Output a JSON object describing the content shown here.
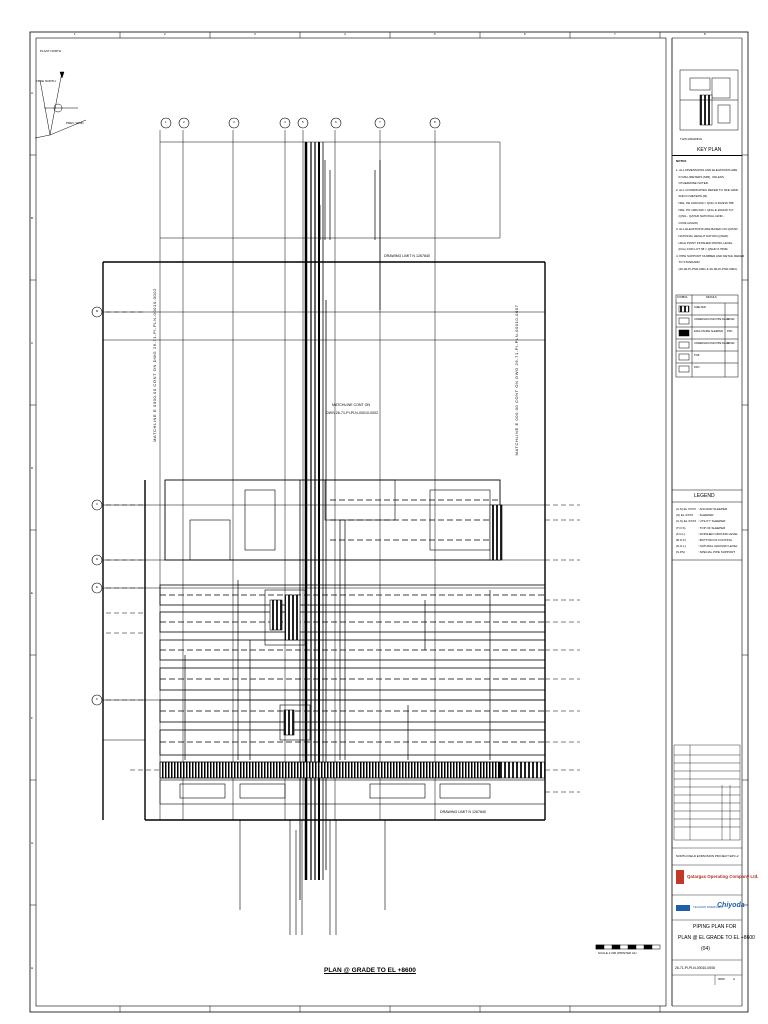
{
  "border": {
    "col_marks": [
      "1",
      "2",
      "3",
      "4",
      "5",
      "6",
      "7",
      "8"
    ],
    "row_marks": [
      "A",
      "B",
      "C",
      "D",
      "E",
      "F",
      "G",
      "H"
    ]
  },
  "compass": {
    "north": "PLANT NORTH",
    "true_north": "TRUE NORTH",
    "wind": "PREV. WIND"
  },
  "grid_bubbles": [
    "1",
    "2",
    "3",
    "4",
    "5",
    "6",
    "7",
    "8"
  ],
  "row_bubbles": [
    "B",
    "C",
    "D",
    "E",
    "F"
  ],
  "drawing": {
    "drawing_limit_top": "DRAWING LIMIT N 1267840",
    "drawing_limit_bottom": "DRAWING LIMIT N 1267840",
    "matchline_center": "MATCHLINE CONT ON",
    "matchline_center_ref": "DWG 26-71-PI-PLN-00010-0002",
    "matchline_left": "MATCHLINE E 0000.00 CONT ON DWG 26-71-PI-PLN-00010-0002",
    "matchline_right": "MATCHLINE E 000.00 CONT ON DWG 26-71-PI-PLN-00010-0007",
    "plan_title": "PLAN @ GRADE TO EL +8600",
    "scale_label": "SCALE 1:200 (PRINTED A1)"
  },
  "key_plan": {
    "caption": "THIS DRAWING",
    "title": "KEY PLAN"
  },
  "notes": {
    "title": "NOTES",
    "lines": [
      "1. ALL DIMENSIONS AND ELEVATIONS ARE",
      "   IN MILLIMETERS (MM), UNLESS",
      "   OTHERWISE NOTED.",
      "2. ALL COORDINATES REFER TO NFE GRID",
      "   AND IN METERS (M).",
      "   NFE  PE 1000.000 = QNG N 462236.788",
      "   NFE  PN 1000.000 = QNG E 200146.717",
      "   (QNG - QATAR NATIONAL GRID -",
      "   CO03-GNGW)",
      "3. ALL ELEVATIONS ARE BASED ON QATAR",
      "   NATIONAL HEIGHT DATUM (QNHD).",
      "   HIGH POINT FINISHED PAVING LEVEL",
      "   (FGL) FOR LOT 68 = QNHD 6.750M.",
      "4. PIPE SUPPORT NUMBER AND DETAIL REFER",
      "   TO STANDARD",
      "   (26-00-PI-PSD-0001 & 26-00-PI-PSD-0002)."
    ]
  },
  "symbols": {
    "header_symbol": "SYMBOL",
    "header_details": "DETAILS",
    "rows": [
      {
        "label": "SHELTER",
        "code": ""
      },
      {
        "label": "UNDERGROUND PIPE RACK",
        "code": "GPHD"
      },
      {
        "label": "ENCLOSURE SLEEPER",
        "code": "PRC"
      },
      {
        "label": "UNDERGROUND PIPE RACK",
        "code": "GPHD"
      },
      {
        "label": "PCB",
        "code": ""
      },
      {
        "label": "FRO",
        "code": ""
      }
    ]
  },
  "legend": {
    "title": "LEGEND",
    "items": [
      {
        "code": "(A.S) EL XXXX",
        "desc": ": ANCHOR SLEEPER"
      },
      {
        "code": "(S) EL XXXX",
        "desc": ": SLEEPER"
      },
      {
        "code": "(U.S) EL XXXX",
        "desc": ": UTILITY SLEEPER"
      },
      {
        "code": "(T.O.S)",
        "desc": ": TOP OF SLEEPER"
      },
      {
        "code": "(F.G.L)",
        "desc": ": FINISHED GROUND LEVEL"
      },
      {
        "code": "(B.O.F)",
        "desc": ": BOTTOM OF FOOTING"
      },
      {
        "code": "(N.G.L)",
        "desc": ": NATURAL GROUND LEVEL"
      },
      {
        "code": "(S.PS)",
        "desc": ": SPECIAL PIPE SUPPORT"
      }
    ]
  },
  "title_block": {
    "project": "NORTH FIELD EXPANSION PROJECT EPC-2",
    "owner": "Qatargas Operating Company Ltd.",
    "contractor": "Chiyoda",
    "contractor_partner": "TECHNIP ENERGIES",
    "drawing_title_1": "PIPING PLAN FOR",
    "drawing_title_2": "PLAN @ EL GRADE TO EL +8600",
    "drawing_title_3": "(04)",
    "drawing_number": "26-71-PI-PLN-00010-0006",
    "sheet": "0006",
    "revision": "A"
  }
}
